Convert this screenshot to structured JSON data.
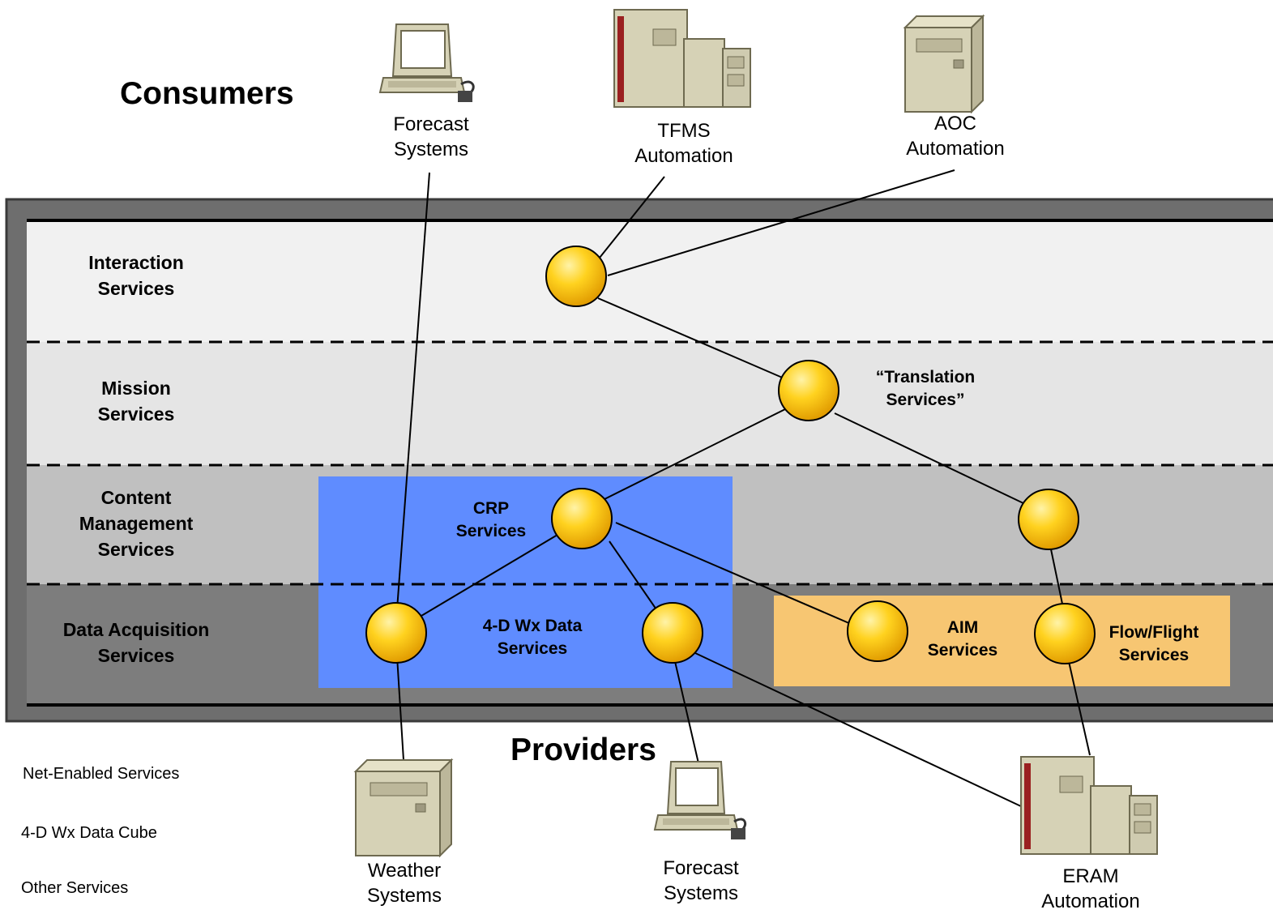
{
  "header": {
    "consumers": "Consumers",
    "providers": "Providers"
  },
  "consumers": [
    {
      "id": "forecast-top",
      "label1": "Forecast",
      "label2": "Systems",
      "icon": "workstation-icon"
    },
    {
      "id": "tfms",
      "label1": "TFMS",
      "label2": "Automation",
      "icon": "mainframe-icon"
    },
    {
      "id": "aoc",
      "label1": "AOC",
      "label2": "Automation",
      "icon": "server-icon"
    }
  ],
  "providers": [
    {
      "id": "weather",
      "label1": "Weather",
      "label2": "Systems",
      "icon": "server-icon"
    },
    {
      "id": "forecast-bottom",
      "label1": "Forecast",
      "label2": "Systems",
      "icon": "workstation-icon"
    },
    {
      "id": "eram",
      "label1": "ERAM",
      "label2": "Automation",
      "icon": "mainframe-icon"
    }
  ],
  "layers": [
    {
      "line1": "Interaction",
      "line2": "Services"
    },
    {
      "line1": "Mission",
      "line2": "Services"
    },
    {
      "line1": "Content",
      "line2": "Management",
      "line3": "Services"
    },
    {
      "line1": "Data Acquisition",
      "line2": "Services"
    }
  ],
  "services": {
    "translation": {
      "line1": "“Translation",
      "line2": "Services”"
    },
    "crp": {
      "line1": "CRP",
      "line2": "Services"
    },
    "wx4d": {
      "line1": "4-D Wx Data",
      "line2": "Services"
    },
    "aim": {
      "line1": "AIM",
      "line2": "Services"
    },
    "flow": {
      "line1": "Flow/Flight",
      "line2": "Services"
    }
  },
  "legend": [
    "Net-Enabled Services",
    "4-D Wx Data Cube",
    "Other Services"
  ],
  "colors": {
    "wx_cube": "#5f8cff",
    "other_services": "#f7c672",
    "node_fill": "#ffd21f",
    "frame": "#6e6e6e",
    "band_interaction": "#f1f1f1",
    "band_mission": "#e5e5e5",
    "band_content": "#c0c0c0",
    "band_acquisition": "#7d7d7d"
  }
}
